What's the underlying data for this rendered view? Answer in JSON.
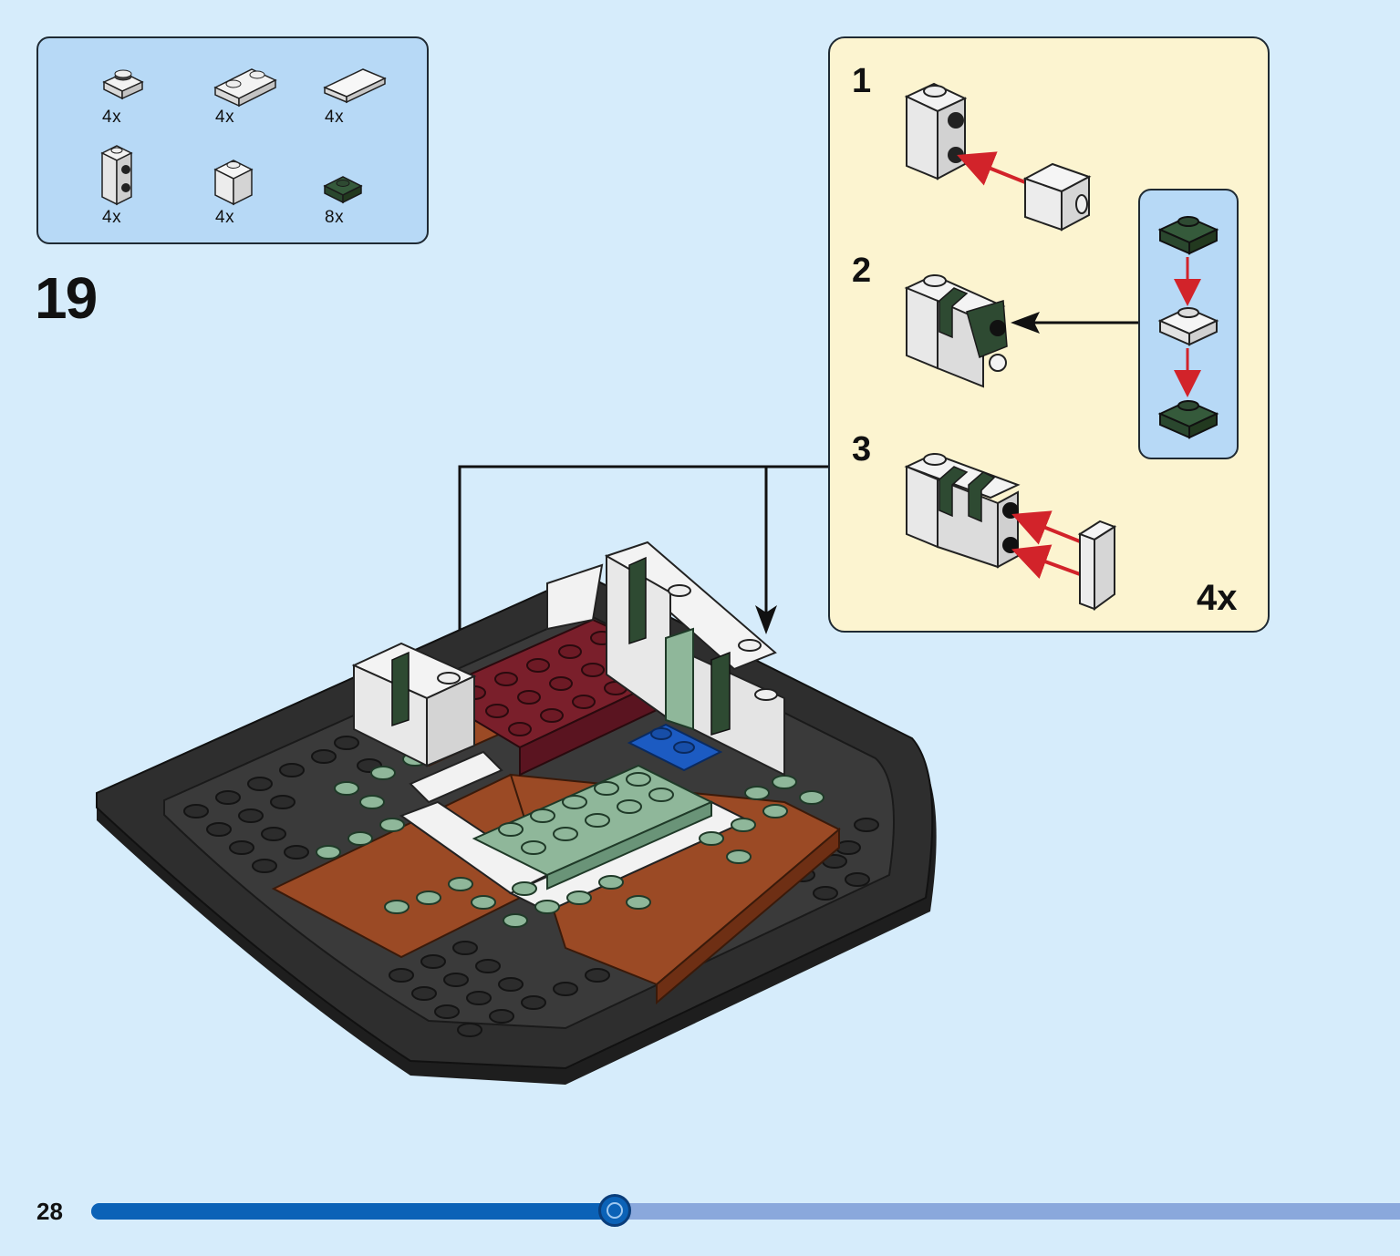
{
  "parts_list": [
    {
      "icon": "plate-1x1-round-icon",
      "qty": "4x"
    },
    {
      "icon": "plate-1x2-jumper-icon",
      "qty": "4x"
    },
    {
      "icon": "tile-1x2-icon",
      "qty": "4x"
    },
    {
      "icon": "brick-1x1-studs-side-icon",
      "qty": "4x"
    },
    {
      "icon": "brick-1x1-white-icon",
      "qty": "4x"
    },
    {
      "icon": "plate-1x1-dark-green-icon",
      "qty": "8x"
    }
  ],
  "step_number": "19",
  "sub_assembly": {
    "steps": [
      "1",
      "2",
      "3"
    ],
    "multiplier": "4x"
  },
  "page": {
    "number": "28",
    "progress": 0.4
  },
  "colors": {
    "background": "#d6ecfb",
    "parts_box": "#b7d9f6",
    "callout_box": "#fcf4d0",
    "progress_fill": "#0b62b7",
    "progress_track": "#8aa8dc",
    "arrow_red": "#d2232a",
    "dark_green": "#2e4a32",
    "sand_green": "#8fb79a",
    "dark_red": "#7a1f2b",
    "reddish_brown": "#9b4a25",
    "black_base": "#2b2b2b",
    "blue": "#1c5bc2"
  }
}
